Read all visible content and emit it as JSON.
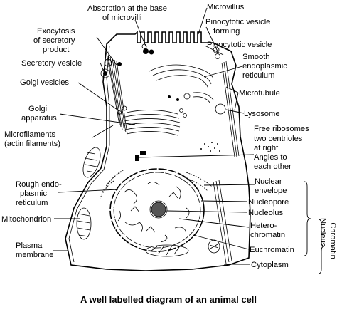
{
  "caption": "A well labelled diagram of an animal cell",
  "labels": {
    "absorption_1": "Absorption at the base",
    "absorption_2": "of microvilli",
    "microvillus": "Microvillus",
    "pinocytotic_forming_1": "Pinocytotic vesicle",
    "pinocytotic_forming_2": "forming",
    "pinocytotic_vesicle": "Pinocytotic vesicle",
    "smooth_er_1": "Smooth",
    "smooth_er_2": "endoplasmic",
    "smooth_er_3": "reticulum",
    "microtubule": "Microtubule",
    "lysosome": "Lysosome",
    "free_ribosomes": "Free ribosomes",
    "centrioles_1": "two centrioles",
    "centrioles_2": "at right",
    "centrioles_3": "Angles to",
    "centrioles_4": "each other",
    "exocytosis_1": "Exocytosis",
    "exocytosis_2": "of secretory",
    "exocytosis_3": "product",
    "secretory_vesicle": "Secretory vesicle",
    "golgi_vesicles": "Golgi vesicles",
    "golgi_apparatus_1": "Golgi",
    "golgi_apparatus_2": "apparatus",
    "microfilaments_1": "Microfilaments",
    "microfilaments_2": "(actin filaments)",
    "rough_er_1": "Rough endo-",
    "rough_er_2": "plasmic",
    "rough_er_3": "reticulum",
    "mitochondrion": "Mitochondrion",
    "plasma_membrane_1": "Plasma",
    "plasma_membrane_2": "membrane",
    "nuclear_envelope_1": "Nuclear",
    "nuclear_envelope_2": "envelope",
    "nucleopore": "Nucleopore",
    "nucleolus": "Nucleolus",
    "heterochromatin_1": "Hetero-",
    "heterochromatin_2": "chromatin",
    "euchromatin": "Euchromatin",
    "cytoplasm": "Cytoplasm",
    "nucleus_bracket": "Nucleus",
    "chromatin_bracket": "Chromatin"
  }
}
